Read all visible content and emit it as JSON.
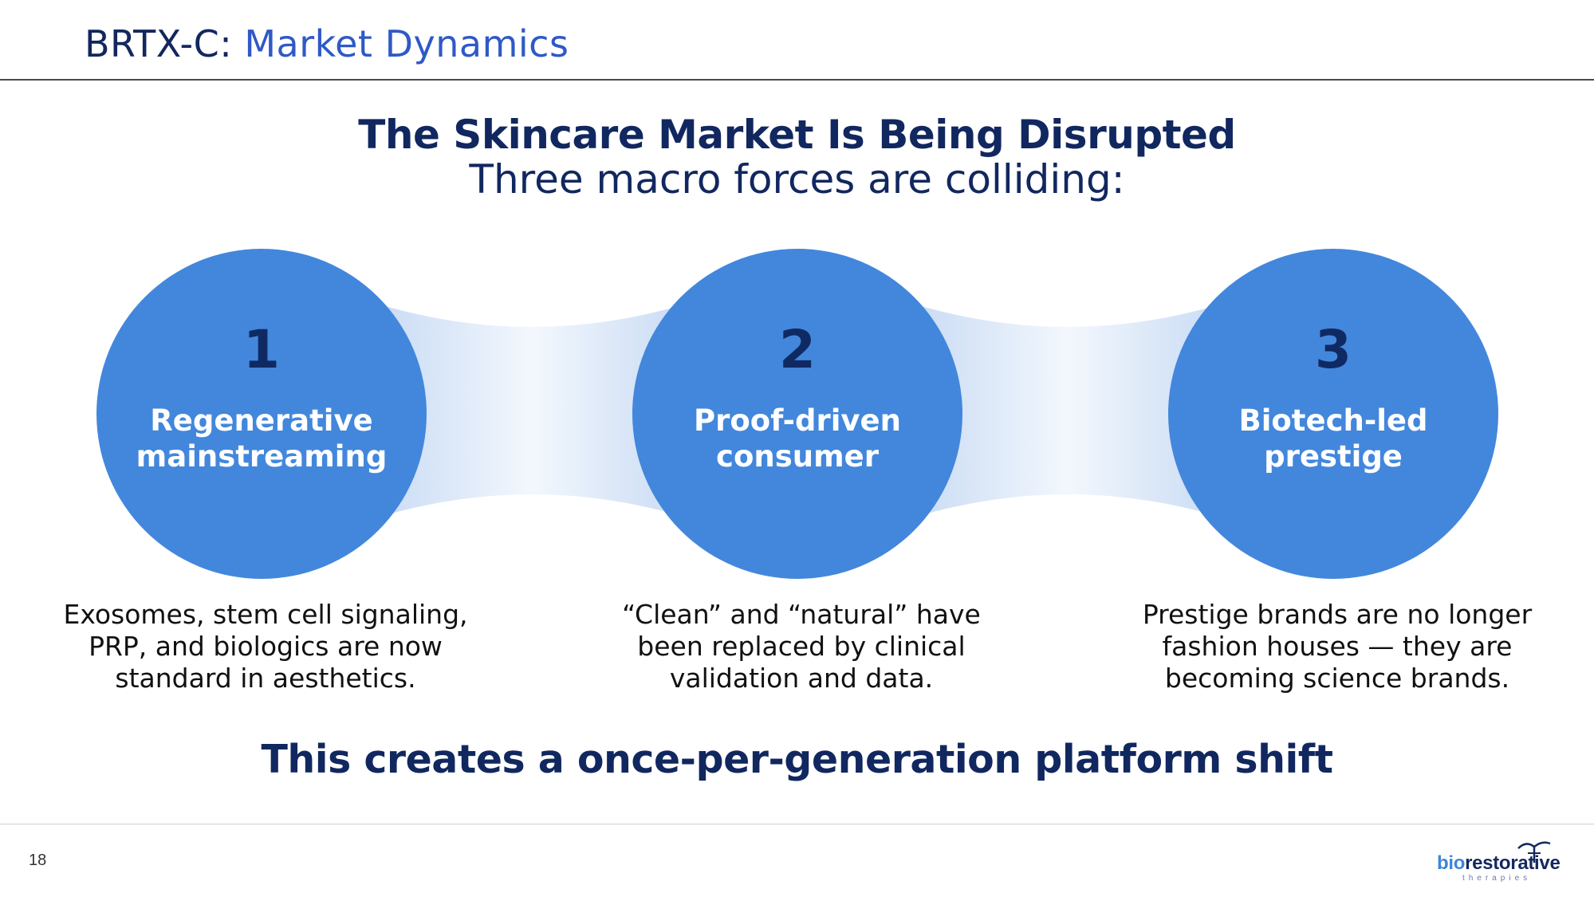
{
  "header": {
    "title_prefix": "BRTX-C: ",
    "title_accent": "Market Dynamics"
  },
  "headline": "The Skincare Market Is Being Disrupted",
  "subhead": "Three macro forces are colliding:",
  "forces": [
    {
      "number": "1",
      "label_line1": "Regenerative",
      "label_line2": "mainstreaming",
      "desc_line1": "Exosomes, stem cell signaling,",
      "desc_line2": "PRP, and biologics are now",
      "desc_line3": "standard in aesthetics."
    },
    {
      "number": "2",
      "label_line1": "Proof-driven",
      "label_line2": "consumer",
      "desc_line1": "“Clean” and “natural” have",
      "desc_line2": "been replaced by clinical",
      "desc_line3": "validation and data."
    },
    {
      "number": "3",
      "label_line1": "Biotech-led",
      "label_line2": "prestige",
      "desc_line1": "Prestige brands are no longer",
      "desc_line2": "fashion houses — they are",
      "desc_line3": "becoming science brands."
    }
  ],
  "conclusion": "This creates a once-per-generation platform shift",
  "footer": {
    "page_number": "18",
    "logo_bio": "bio",
    "logo_rest": "restorative",
    "logo_sub": "therapies"
  },
  "colors": {
    "navy": "#11275f",
    "accent_blue": "#2f59c7",
    "circle_blue": "#4287dc",
    "connector_light": "#cfe0f6"
  }
}
